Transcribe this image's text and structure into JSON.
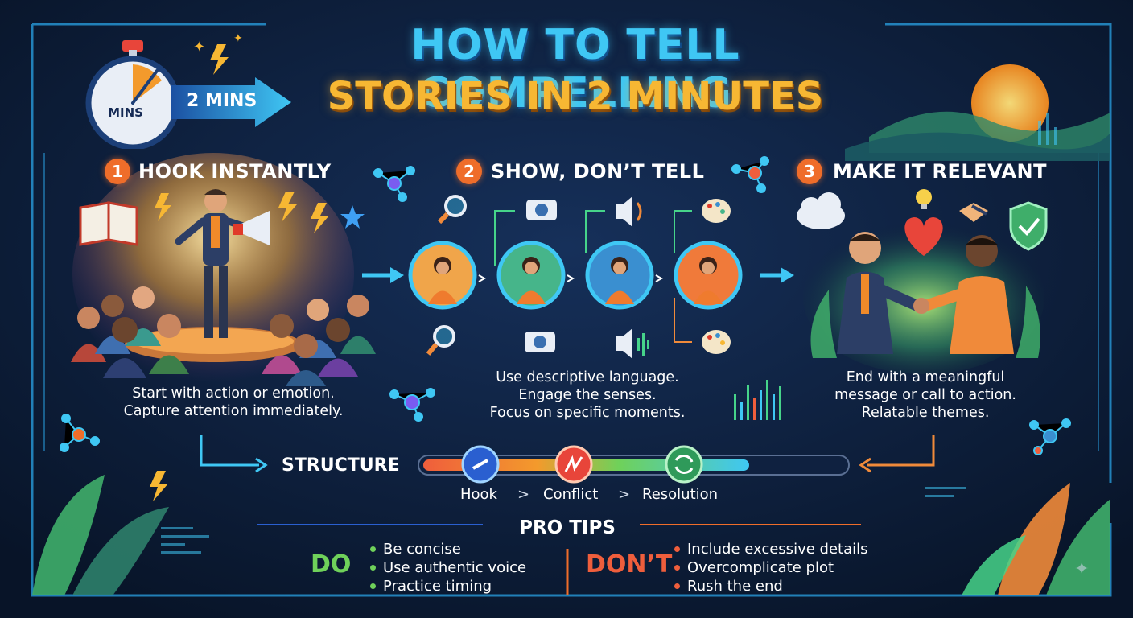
{
  "title": {
    "line1": "HOW TO TELL COMPELLING",
    "line2": "STORIES IN 2 MINUTES"
  },
  "timer": {
    "clock_label": "MINS",
    "arrow_label": "2 MINS"
  },
  "steps": [
    {
      "number": "1",
      "heading": "HOOK INSTANTLY",
      "description": [
        "Start with action or emotion.",
        "Capture attention immediately."
      ]
    },
    {
      "number": "2",
      "heading": "SHOW, DON’T TELL",
      "description": [
        "Use descriptive language.",
        "Engage the senses.",
        "Focus on specific moments."
      ]
    },
    {
      "number": "3",
      "heading": "MAKE IT RELEVANT",
      "description": [
        "End with a meaningful",
        "message or call to action.",
        "Relatable themes."
      ]
    }
  ],
  "structure": {
    "label": "STRUCTURE",
    "stages": [
      "Hook",
      "Conflict",
      "Resolution"
    ],
    "separator": ">"
  },
  "pro_tips": {
    "title": "PRO TIPS",
    "do_label": "DO",
    "do_items": [
      "Be concise",
      "Use authentic voice",
      "Practice timing"
    ],
    "dont_label": "DON’T",
    "dont_items": [
      "Include excessive details",
      "Overcomplicate plot",
      "Rush the end"
    ]
  },
  "icons": [
    "stopwatch-icon",
    "lightning-icon",
    "sparkle-icon",
    "book-icon",
    "megaphone-icon",
    "star-icon",
    "magnifier-icon",
    "camera-icon",
    "speaker-icon",
    "palette-icon",
    "cloud-icon",
    "lightbulb-icon",
    "heart-icon",
    "handshake-icon",
    "shield-check-icon",
    "molecule-icon",
    "link-icon",
    "zigzag-icon",
    "refresh-icon",
    "bar-chart-icon",
    "leaf-icon",
    "sun-icon"
  ],
  "colors": {
    "background": "#0b1a33",
    "title_blue": "#3fc7f4",
    "title_gold": "#f7b733",
    "accent_orange": "#ef6d2a",
    "do_green": "#6fd15a",
    "dont_red": "#ef5e3c",
    "frame": "#2aa3e6"
  }
}
